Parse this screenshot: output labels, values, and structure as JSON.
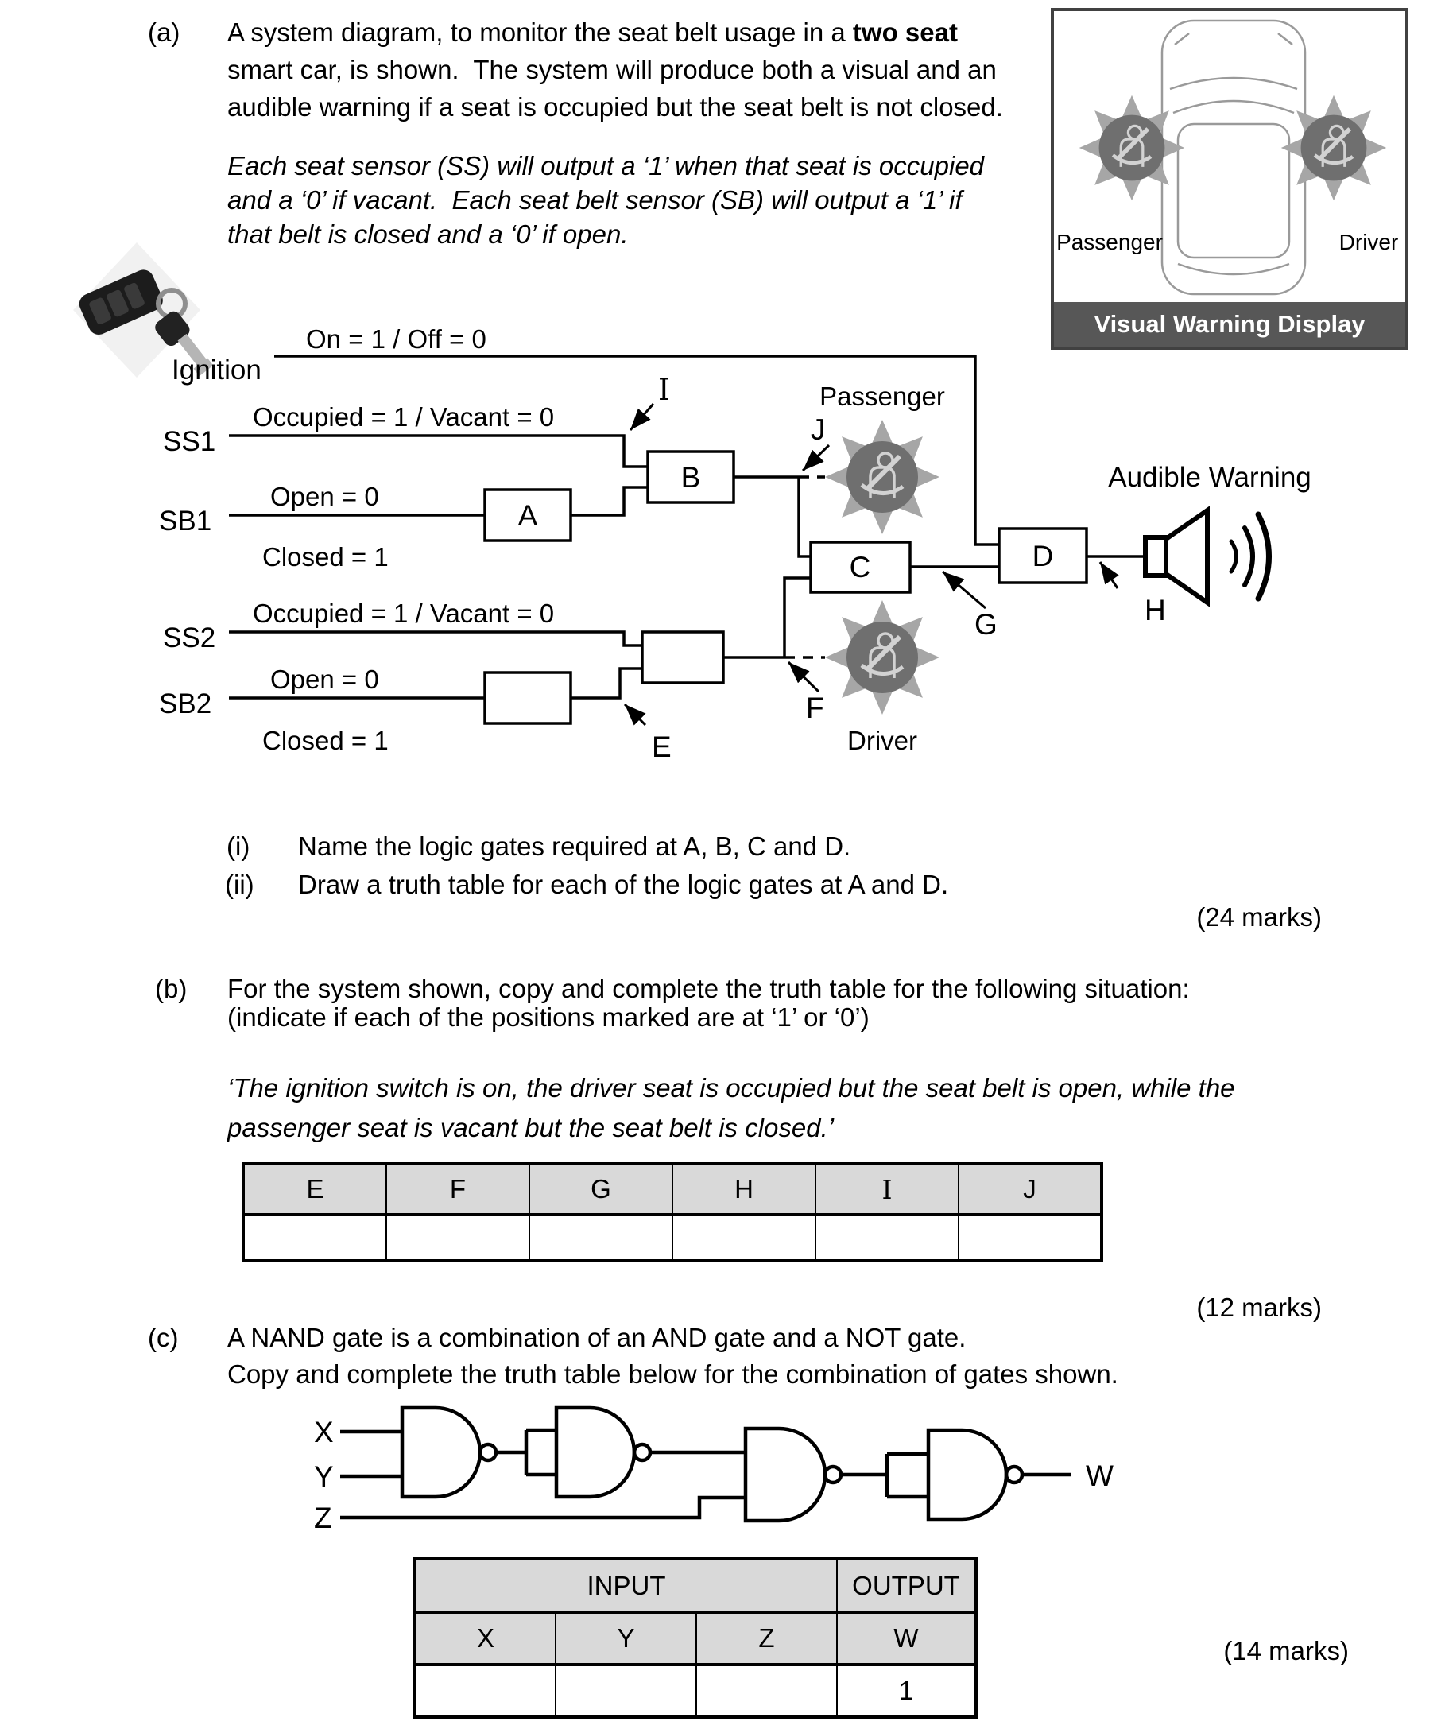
{
  "colors": {
    "wire": "#000000",
    "banner_bg": "#575757",
    "table_header_bg": "#d9d9d9",
    "burst_star": "#a6a6a6",
    "burst_circle": "#6f6f6f",
    "burst_glyph": "#d2d2d2",
    "car_outline": "#9a9a9a"
  },
  "part_a": {
    "label": "(a)",
    "line1_pre": "A system diagram, to monitor the seat belt usage in a ",
    "line1_bold": "two seat",
    "line2": "smart car, is shown.  The system will produce both a visual and an",
    "line3": "audible warning if a seat is occupied but the seat belt is not closed.",
    "italic_line1": "Each seat sensor (SS) will output a ‘1’ when that seat is occupied",
    "italic_line2": "and a ‘0’ if vacant.  Each seat belt sensor (SB) will output a ‘1’ if",
    "italic_line3": "that belt is closed and a ‘0’ if open.",
    "q1_label": "(i)",
    "q1_text": "Name the logic gates required at A, B, C and D.",
    "q2_label": "(ii)",
    "q2_text": "Draw a truth table for each of the logic gates at A and D.",
    "marks": "(24 marks)"
  },
  "diagram": {
    "ignition_label": "Ignition",
    "ignition_line_label": "On = 1 / Off = 0",
    "ss1_label": "SS1",
    "ss1_line_label": "Occupied = 1 / Vacant = 0",
    "sb1_label": "SB1",
    "sb1_open": "Open = 0",
    "sb1_closed": "Closed = 1",
    "ss2_label": "SS2",
    "ss2_line_label": "Occupied = 1 / Vacant = 0",
    "sb2_label": "SB2",
    "sb2_open": "Open = 0",
    "sb2_closed": "Closed = 1",
    "gate_a": "A",
    "gate_b": "B",
    "gate_c": "C",
    "gate_d": "D",
    "point_e": "E",
    "point_f": "F",
    "point_g": "G",
    "point_h": "H",
    "point_i": "I",
    "point_j": "J",
    "passenger_label": "Passenger",
    "driver_label": "Driver",
    "audible_label": "Audible Warning"
  },
  "visual_display": {
    "passenger_label": "Passenger",
    "driver_label": "Driver",
    "banner": "Visual Warning Display"
  },
  "part_b": {
    "label": "(b)",
    "line1": "For the system shown, copy and complete the truth table for the following situation:",
    "line2": "(indicate if each of the positions marked are at ‘1’ or ‘0’)",
    "italic_line1": "‘The ignition switch is on, the driver seat is occupied but the seat belt is open, while the",
    "italic_line2": "passenger seat is vacant but the seat belt is closed.’",
    "table_headers": [
      "E",
      "F",
      "G",
      "H",
      "I",
      "J"
    ],
    "marks": "(12 marks)"
  },
  "part_c": {
    "label": "(c)",
    "line1": "A NAND gate is a combination of an AND gate and a NOT gate.",
    "line2": "Copy and complete the truth table below for the combination of gates shown.",
    "input_x": "X",
    "input_y": "Y",
    "input_z": "Z",
    "output_w": "W",
    "table": {
      "input_header": "INPUT",
      "output_header": "OUTPUT",
      "col_headers": [
        "X",
        "Y",
        "Z",
        "W"
      ],
      "row_values": [
        "",
        "",
        "",
        "1"
      ]
    },
    "marks": "(14 marks)"
  }
}
